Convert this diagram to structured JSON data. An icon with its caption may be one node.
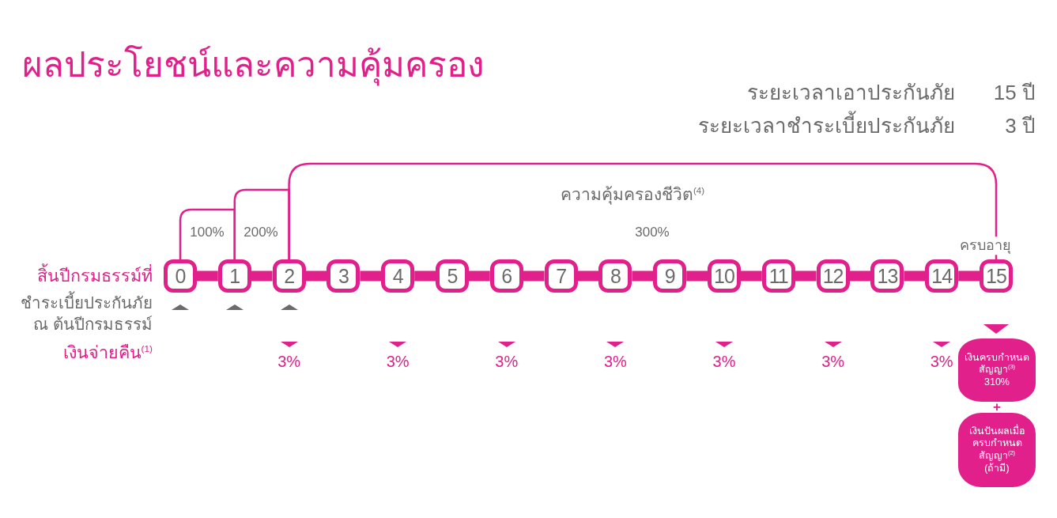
{
  "diagram": {
    "title": "ผลประโยชน์และความคุ้มครอง",
    "nodes": [
      {
        "text": [
          "0"
        ]
      },
      {
        "text": [
          "1"
        ]
      },
      {
        "text": [
          "2"
        ]
      },
      {
        "text": [
          "3"
        ]
      },
      {
        "text": [
          "4"
        ]
      },
      {
        "text": [
          "5"
        ]
      },
      {
        "text": [
          "6"
        ]
      },
      {
        "text": [
          "7"
        ]
      },
      {
        "text": [
          "8"
        ]
      },
      {
        "text": [
          "9"
        ]
      },
      {
        "text": [
          "10"
        ]
      },
      {
        "text": [
          "11"
        ]
      },
      {
        "text": [
          "12"
        ]
      },
      {
        "text": [
          "13"
        ]
      },
      {
        "text": [
          "14"
        ]
      },
      {
        "text": [
          "15"
        ],
        "beside": [
          "ครบอายุ"
        ]
      },
      {
        "text": [
          "เงินครบกำหนดสัญญา$^{(3)}$",
          "310%"
        ]
      },
      {
        "text": [
          "เงินปันผลเมื่อครบกำหนดสัญญา$^{(2)}$",
          "(ถ้ามี)"
        ]
      }
    ],
    "edges": [
      {
        "from": 0,
        "to": 1,
        "arrow": "none"
      },
      {
        "from": 1,
        "to": 2,
        "arrow": "none"
      },
      {
        "from": 2,
        "to": 3,
        "arrow": "none"
      },
      {
        "from": 3,
        "to": 4,
        "arrow": "none"
      },
      {
        "from": 4,
        "to": 5,
        "arrow": "none"
      },
      {
        "from": 5,
        "to": 6,
        "arrow": "none"
      },
      {
        "from": 6,
        "to": 7,
        "arrow": "none"
      },
      {
        "from": 7,
        "to": 8,
        "arrow": "none"
      },
      {
        "from": 8,
        "to": 9,
        "arrow": "none"
      },
      {
        "from": 9,
        "to": 10,
        "arrow": "none"
      },
      {
        "from": 10,
        "to": 11,
        "arrow": "none"
      },
      {
        "from": 11,
        "to": 12,
        "arrow": "none"
      },
      {
        "from": 12,
        "to": 13,
        "arrow": "none"
      },
      {
        "from": 13,
        "to": 14,
        "arrow": "none"
      },
      {
        "from": 14,
        "to": 15,
        "arrow": "none"
      },
      {
        "from": 0,
        "to": 1,
        "arrow": "none",
        "label": "100%"
      },
      {
        "from": 1,
        "to": 2,
        "arrow": "none",
        "label": "200%"
      },
      {
        "from": 2,
        "to": 15,
        "arrow": "none",
        "label": "300%"
      }
    ],
    "labels": [
      "ระยะเวลาเอาประกันภัย",
      "15 ปี",
      "ระยะเวลาชำระเบี้ยประกันภัย",
      "3 ปี",
      "ความคุ้มครองชีวิต$^{(4)}$",
      "สิ้นปีกรมธรรม์ที่",
      "ชำระเบี้ยประกันภัย ณ ต้นปีกรมธรรม์",
      "เงินจ่ายคืน$^{(1)}$",
      "3%",
      "3%",
      "3%",
      "3%",
      "3%",
      "3%",
      "3%",
      "+"
    ]
  }
}
